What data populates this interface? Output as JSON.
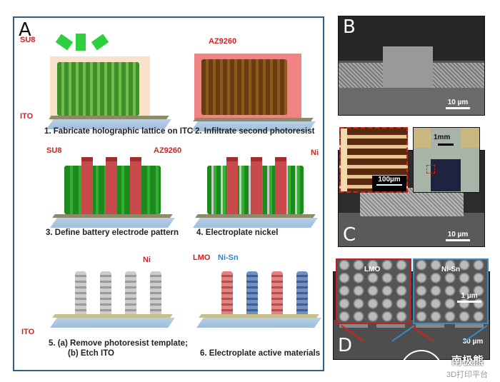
{
  "panel_a": {
    "label": "A",
    "steps": [
      {
        "caption": "1. Fabricate holographic lattice on ITO",
        "labels": [
          "SU8",
          "ITO"
        ]
      },
      {
        "caption": "2. Infiltrate second photoresist",
        "labels": [
          "AZ9260"
        ]
      },
      {
        "caption": "3. Define battery electrode pattern",
        "labels": [
          "SU8",
          "AZ9260"
        ]
      },
      {
        "caption": "4. Electroplate nickel",
        "labels": [
          "Ni"
        ]
      },
      {
        "caption_line1": "5. (a) Remove photoresist template;",
        "caption_line2": "(b) Etch ITO",
        "labels": [
          "Ni",
          "ITO"
        ]
      },
      {
        "caption": "6. Electroplate active materials",
        "labels": [
          "LMO",
          "Ni-Sn"
        ]
      }
    ]
  },
  "panel_b": {
    "label": "B",
    "scale": "10 µm"
  },
  "panel_c": {
    "label": "C",
    "scale": "10 µm",
    "inset_left_scale": "100µm",
    "inset_right_scale": "1mm"
  },
  "panel_d": {
    "label": "D",
    "scale": "30 µm",
    "inset_left_label": "LMO",
    "inset_right_label": "Ni-Sn",
    "inset_scale": "1 µm"
  },
  "watermark": {
    "text1": "南极熊",
    "text2": "3D打印平台"
  },
  "colors": {
    "border": "#2f5f8a",
    "red": "#d42020",
    "blue": "#2f86c0",
    "lattice": "#4a9a30"
  }
}
